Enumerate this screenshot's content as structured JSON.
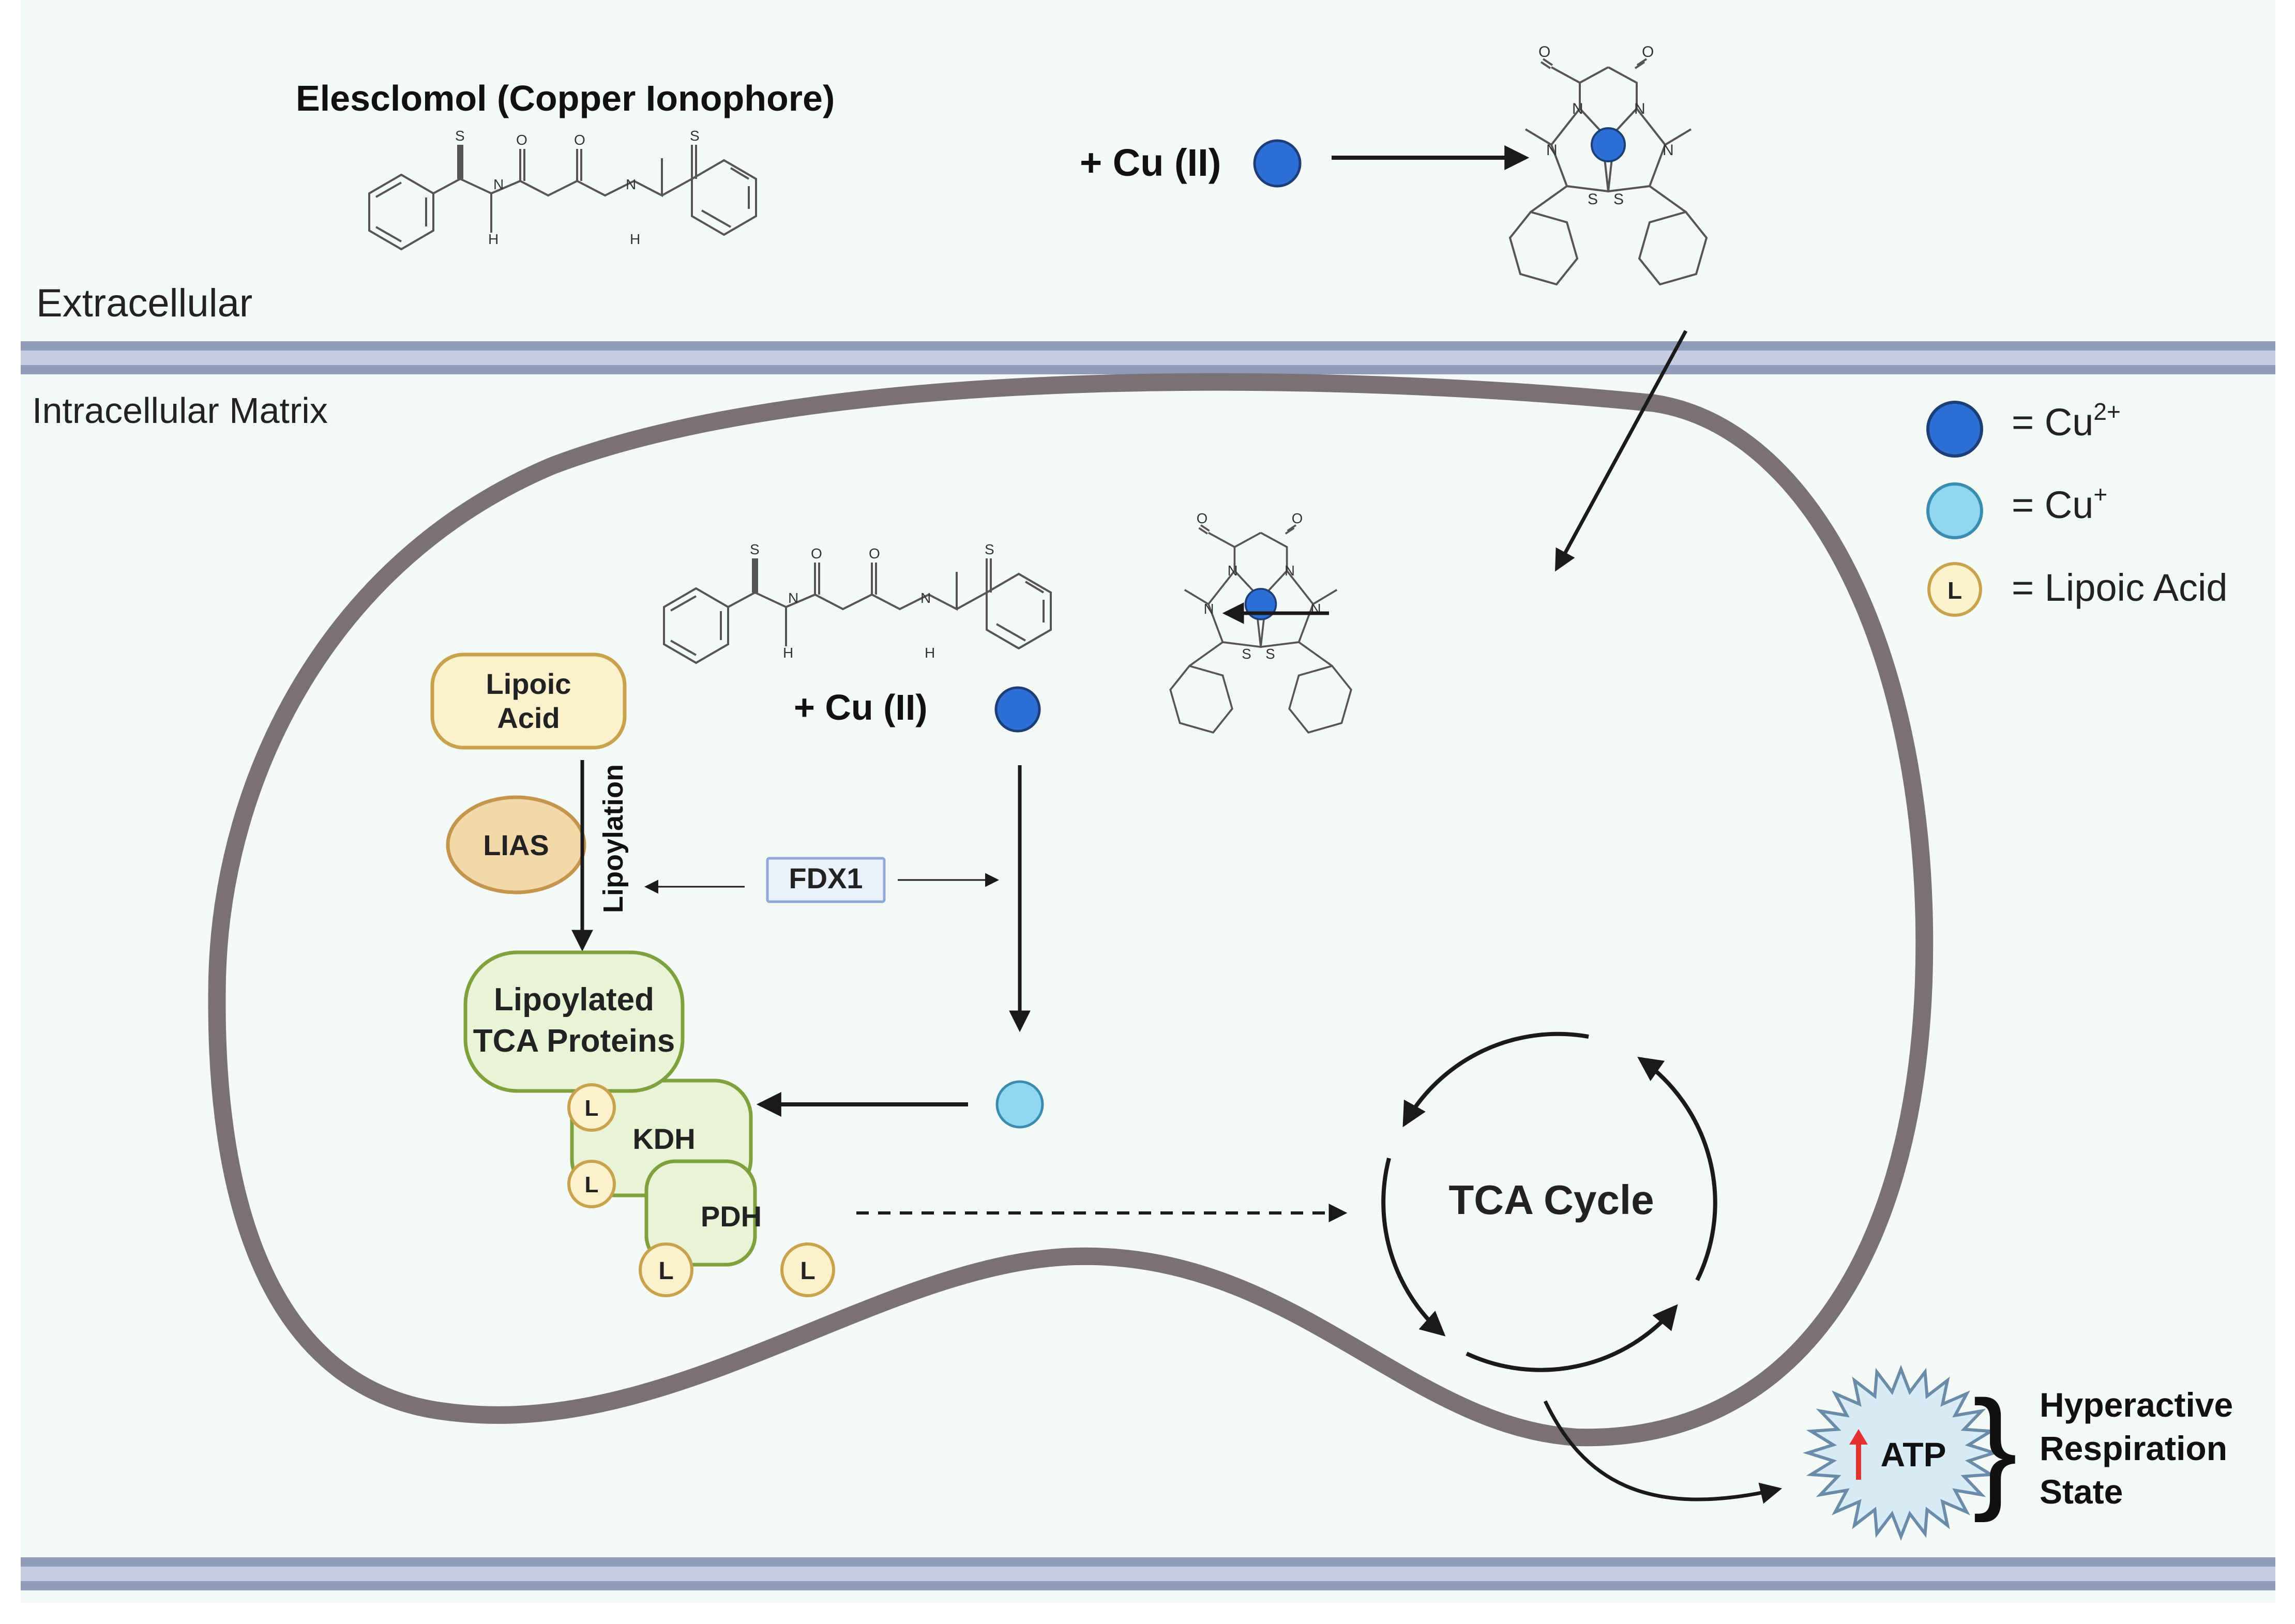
{
  "regions": {
    "extracellular": "Extracellular",
    "intracellular": "Intracellular Matrix"
  },
  "drug": {
    "title": "Elesclomol (Copper Ionophore)",
    "plus_cu_top": "+ Cu (II)",
    "plus_cu_inner": "+ Cu (II)"
  },
  "atom_labels": {
    "N": "N",
    "H": "H",
    "O": "O",
    "S": "S"
  },
  "legend": {
    "cu2": "= Cu",
    "cu2_sup": "2+",
    "cu1": "= Cu",
    "cu1_sup": "+",
    "lipoic_marker": "L",
    "lipoic": "= Lipoic Acid"
  },
  "nodes": {
    "lipoic_acid_1": "Lipoic",
    "lipoic_acid_2": "Acid",
    "lias": "LIAS",
    "lipoylation": "Lipoylation",
    "fdx1": "FDX1",
    "lipoylated_1": "Lipoylated",
    "lipoylated_2": "TCA Proteins",
    "kdh": "KDH",
    "pdh": "PDH",
    "l_marker": "L"
  },
  "tca": {
    "label": "TCA Cycle"
  },
  "atp": {
    "label": "ATP"
  },
  "outcome": {
    "line1": "Hyperactive",
    "line2": "Respiration",
    "line3": "State"
  },
  "colors": {
    "background": "#f4f9f5",
    "membrane_band": "#8e9cba",
    "membrane_light": "#c4cede",
    "mito_wall": "#7a7272",
    "cu2": "#2e6fd6",
    "cu1": "#8fd6ee",
    "lipoic_fill": "#fbf1cc",
    "lipoic_stroke": "#c9a24e",
    "lias_fill": "#f3d9aa",
    "lias_stroke": "#c4954d",
    "protein_fill": "#e9f3d6",
    "protein_stroke": "#7ea03d",
    "fdx1_fill": "#eaf1fb",
    "fdx1_stroke": "#8fa8d8",
    "atp_fill": "#d7ecf6",
    "atp_stroke": "#6a8ca8",
    "atp_up_arrow": "#e53030"
  }
}
